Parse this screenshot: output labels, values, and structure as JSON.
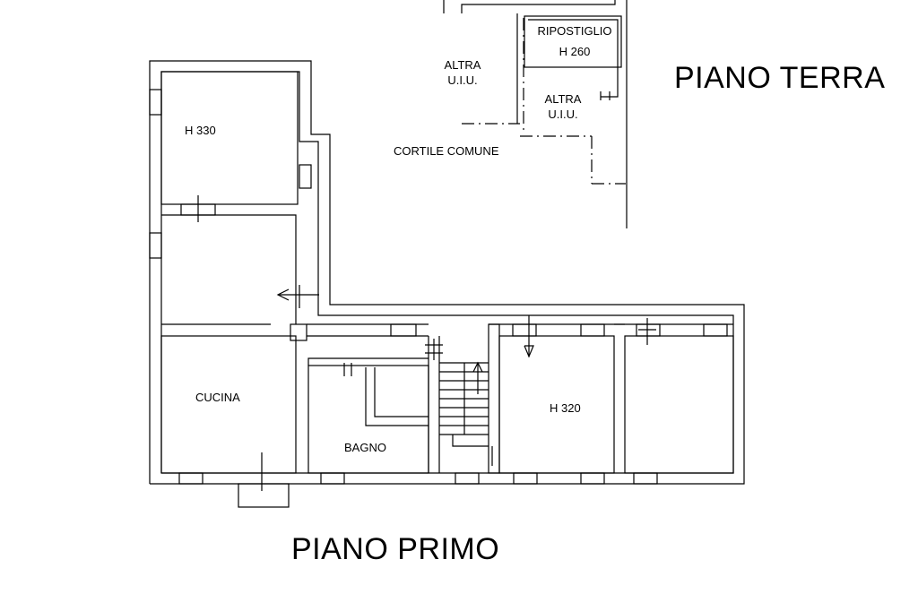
{
  "labels": {
    "altra_uiu_left_line1": "ALTRA",
    "altra_uiu_left_line2": "U.I.U.",
    "ripostiglio": "RIPOSTIGLIO",
    "ripostiglio_height": "H 260",
    "altra_uiu_right_line1": "ALTRA",
    "altra_uiu_right_line2": "U.I.U.",
    "cortile_comune": "CORTILE COMUNE",
    "room_top_height": "H 330",
    "cucina": "CUCINA",
    "bagno": "BAGNO",
    "room_right_height": "H 320"
  },
  "titles": {
    "ground_floor": "PIANO TERRA",
    "first_floor": "PIANO PRIMO"
  }
}
